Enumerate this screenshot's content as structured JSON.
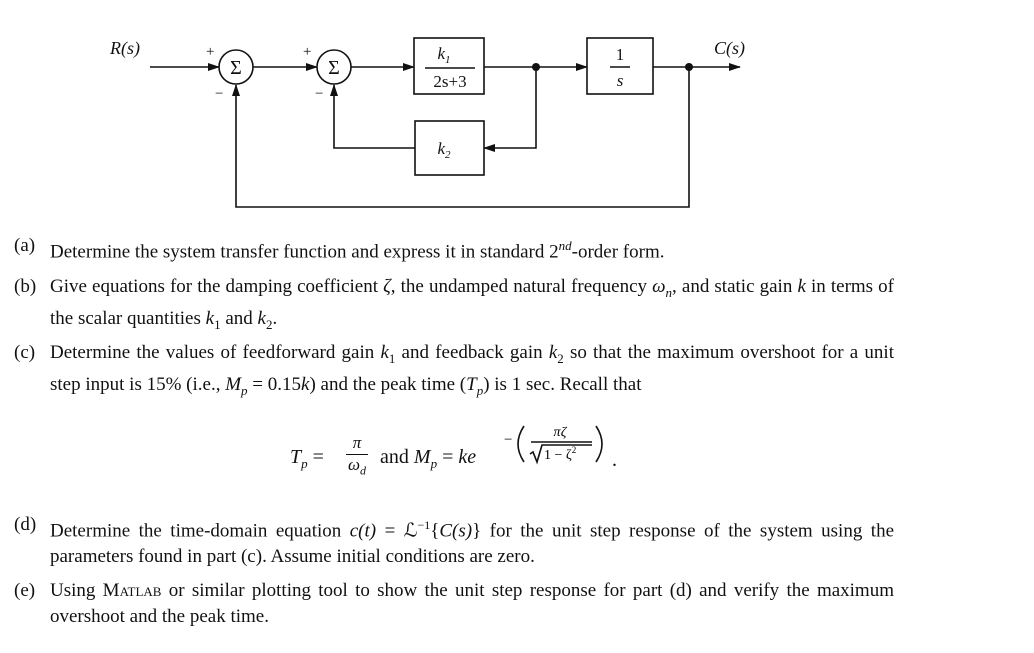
{
  "diagram": {
    "input_label": "R(s)",
    "output_label": "C(s)",
    "plus_sign": "+",
    "minus_sign": "−",
    "summer_symbol": "Σ",
    "block1": {
      "numerator": "k",
      "numerator_sub": "1",
      "denominator": "2s+3"
    },
    "block2": {
      "numerator": "1",
      "denominator": "s"
    },
    "feedback_block": {
      "label": "k",
      "label_sub": "2"
    }
  },
  "questions": {
    "a": {
      "label": "(a)",
      "t1": "Determine the system transfer function and express it in standard 2",
      "sup": "nd",
      "t2": "-order form."
    },
    "b": {
      "label": "(b)",
      "t1": "Give equations for the damping coefficient ",
      "zeta": "ζ",
      "t2": ", the undamped natural frequency ",
      "omega": "ω",
      "omega_sub": "n",
      "t3": ", and static gain ",
      "k": "k",
      "t4": " in terms of the scalar quantities ",
      "k1": "k",
      "k1_sub": "1",
      "t5": " and ",
      "k2": "k",
      "k2_sub": "2",
      "t6": "."
    },
    "c": {
      "label": "(c)",
      "t1": "Determine the values of feedforward gain ",
      "k1": "k",
      "k1_sub": "1",
      "t2": " and feedback gain ",
      "k2": "k",
      "k2_sub": "2",
      "t3": " so that the maximum overshoot for a unit step input is 15% (i.e., ",
      "mp": "M",
      "mp_sub": "p",
      "t4": " = 0.15",
      "k": "k",
      "t5": ") and the peak time (",
      "tp": "T",
      "tp_sub": "p",
      "t6": ") is 1 sec. Recall that"
    },
    "formula": {
      "tp": "T",
      "tp_sub": "p",
      "eq1": "=",
      "pi": "π",
      "omega": "ω",
      "omega_sub": "d",
      "and": "and",
      "mp": "M",
      "mp_sub": "p",
      "eq2": "=",
      "ke": "ke",
      "minus": "−",
      "exp_num": "πζ",
      "exp_den": "1 − ζ",
      "exp_den_sup": "2",
      "period": "."
    },
    "d": {
      "label": "(d)",
      "t1": "Determine the time-domain equation ",
      "ct": "c(t)",
      "t2": " = ",
      "laplace": "ℒ",
      "inv": "−1",
      "t3": "{",
      "cs": "C(s)",
      "t4": "} for the unit step response of the system using the parameters found in part (c). Assume initial conditions are zero."
    },
    "e": {
      "label": "(e)",
      "t1": "Using ",
      "matlab": "Matlab",
      "t2": " or similar plotting tool to show the unit step response for part (d) and verify the maximum overshoot and the peak time."
    }
  }
}
